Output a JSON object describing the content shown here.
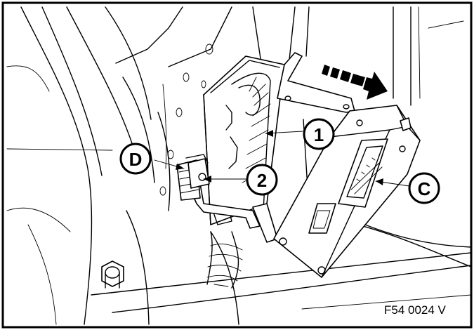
{
  "callouts": {
    "one": "1",
    "two": "2",
    "c": "C",
    "d": "D"
  },
  "figure_code": "F54 0024 V"
}
